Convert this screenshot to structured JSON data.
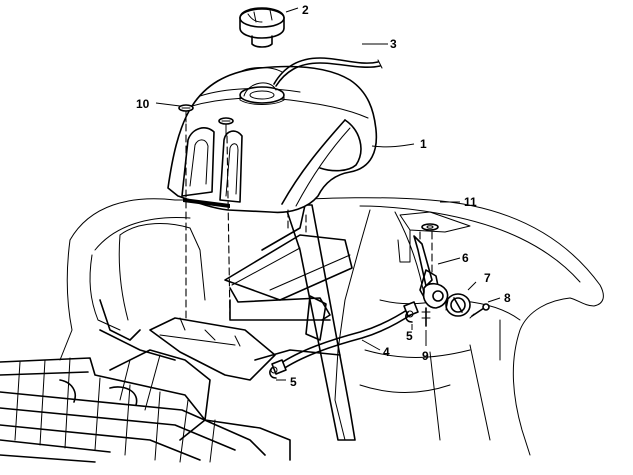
{
  "callouts": {
    "c1": "1",
    "c2": "2",
    "c3": "3",
    "c4": "4",
    "c5a": "5",
    "c5b": "5",
    "c6": "6",
    "c7": "7",
    "c8": "8",
    "c9": "9",
    "c10": "10",
    "c11": "11"
  },
  "colors": {
    "line": "#000000",
    "background": "#ffffff"
  }
}
